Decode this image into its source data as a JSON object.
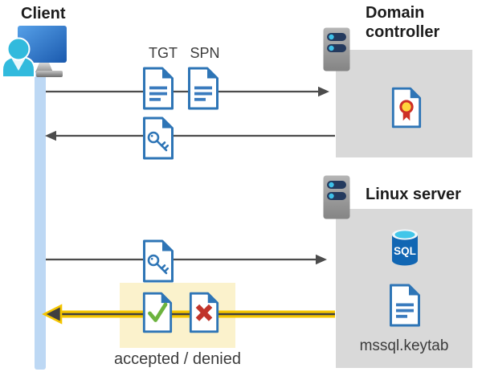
{
  "nodes": {
    "client": {
      "label": "Client",
      "icon": "client-user-workstation-icon"
    },
    "domain_controller": {
      "label": "Domain controller",
      "icon": "server-icon",
      "content_icon": "certificate-document-icon"
    },
    "linux_server": {
      "label": "Linux server",
      "icon": "server-icon",
      "sql_icon_label": "SQL",
      "keytab_label": "mssql.keytab",
      "content_icons": [
        "sql-database-icon",
        "keytab-document-icon"
      ]
    }
  },
  "messages": {
    "ticket_request": {
      "tgt_label": "TGT",
      "spn_label": "SPN",
      "icons": [
        "tgt-document-icon",
        "spn-document-icon"
      ]
    },
    "ticket_response": {
      "icon": "key-ticket-document-icon"
    },
    "service_request": {
      "icon": "key-ticket-document-icon"
    },
    "result": {
      "label": "accepted / denied",
      "icons": [
        "accepted-check-document-icon",
        "denied-x-document-icon"
      ]
    }
  },
  "colors": {
    "document_blue": "#2e75b6",
    "person_cyan": "#31badd",
    "monitor_blue": "#2d74c8",
    "server_bar_navy": "#243a5e",
    "server_dot_cyan": "#3ec1e9",
    "box_gray": "#d9d9d9",
    "lifeline_blue": "#bdd8f4",
    "arrow_gray": "#4c4c4c",
    "highlight_bg_yellow": "#fbf2cc",
    "highlight_arrow_yellow": "#f5c500",
    "accepted_green": "#6cb33e",
    "denied_red": "#c0342b",
    "certificate_yellow": "#ffd53c",
    "certificate_red": "#ce2f26",
    "sql_blue": "#1166b3"
  }
}
